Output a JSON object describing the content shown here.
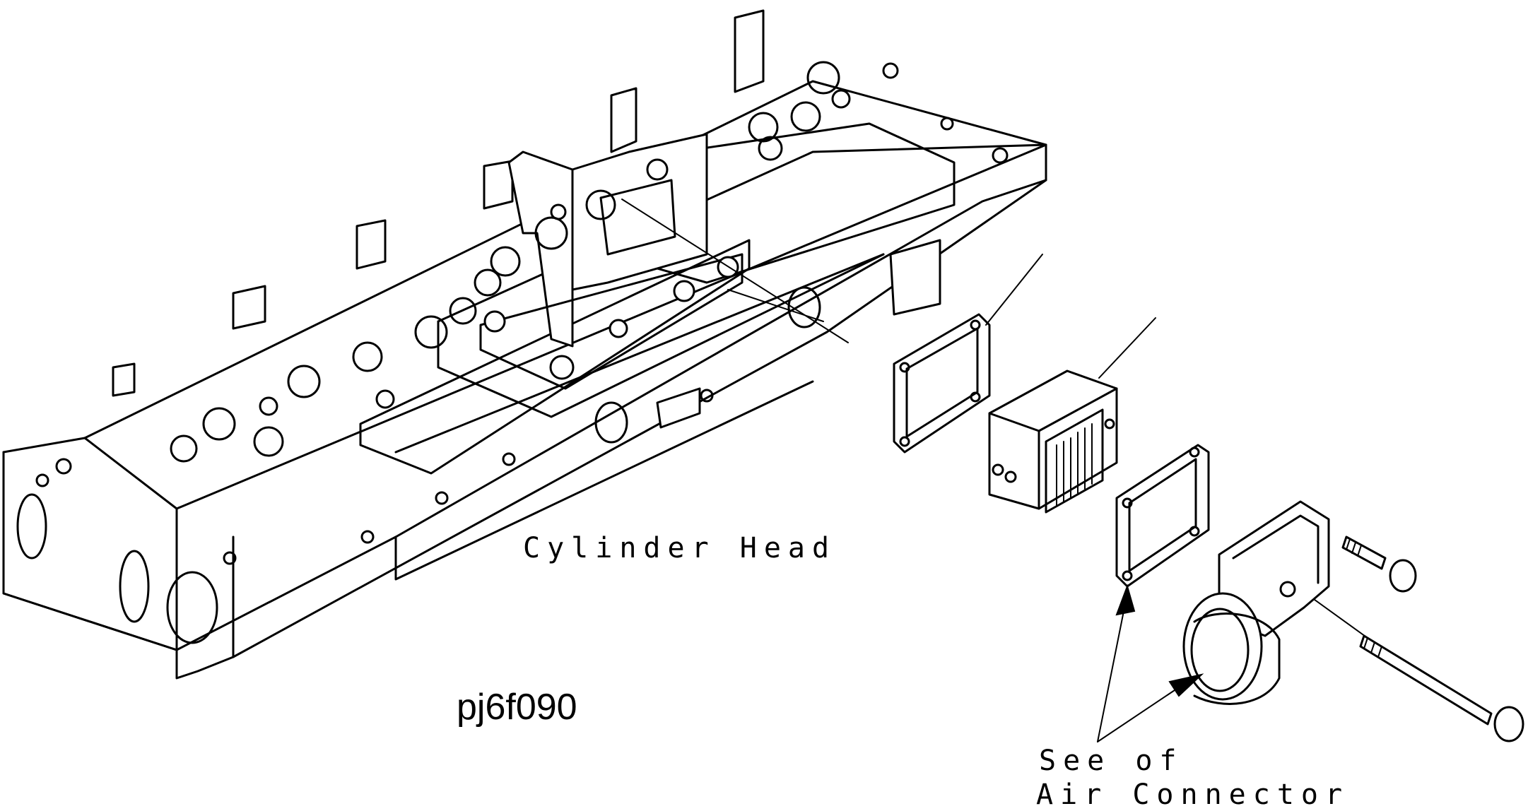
{
  "labels": {
    "cylinder_head": "Cylinder Head",
    "figure_code": "pj6f090",
    "see_of": "See of",
    "air_connector": "Air Connector"
  }
}
